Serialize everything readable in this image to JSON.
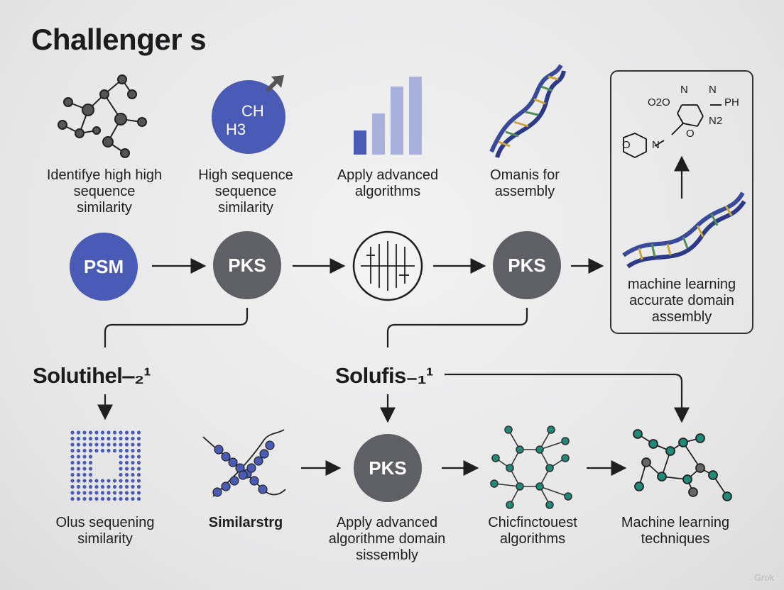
{
  "title": "Challenger s",
  "top_labels": {
    "c1": "Identifye high high sequence similarity",
    "c2": "High sequence sequence similarity",
    "c3": "Apply advanced algorithms",
    "c4": "Omanis for assembly",
    "c5": "machine learning accurate domain assembly"
  },
  "flow_top": {
    "n1": "PSM",
    "n2": "PKS",
    "n4": "PKS"
  },
  "h3_icon": {
    "line1": "CH",
    "line2": "H3"
  },
  "molecule": {
    "o2": "O2O",
    "n1": "N",
    "n2": "N",
    "ph": "PH",
    "n2sub": "N2",
    "o": "O",
    "ring_o": "O",
    "ring_n": "N"
  },
  "solutions": {
    "s1": "Solutihel‒₂¹",
    "s2": "Solufis₋₁¹"
  },
  "bottom_labels": {
    "b1": "Olus sequening similarity",
    "b2": "Similarstrg",
    "b3": "Apply advanced algorithme domain sissembly",
    "b4": "Chicfinctouest algorithms",
    "b5": "Machine learning techniques"
  },
  "flow_bottom": {
    "n3": "PKS"
  },
  "watermark": "Grok",
  "colors": {
    "accent_blue": "#4a5bb5",
    "node_gray": "#5f6065",
    "teal": "#1f8a78",
    "bar_light": "#a8b0dc"
  }
}
